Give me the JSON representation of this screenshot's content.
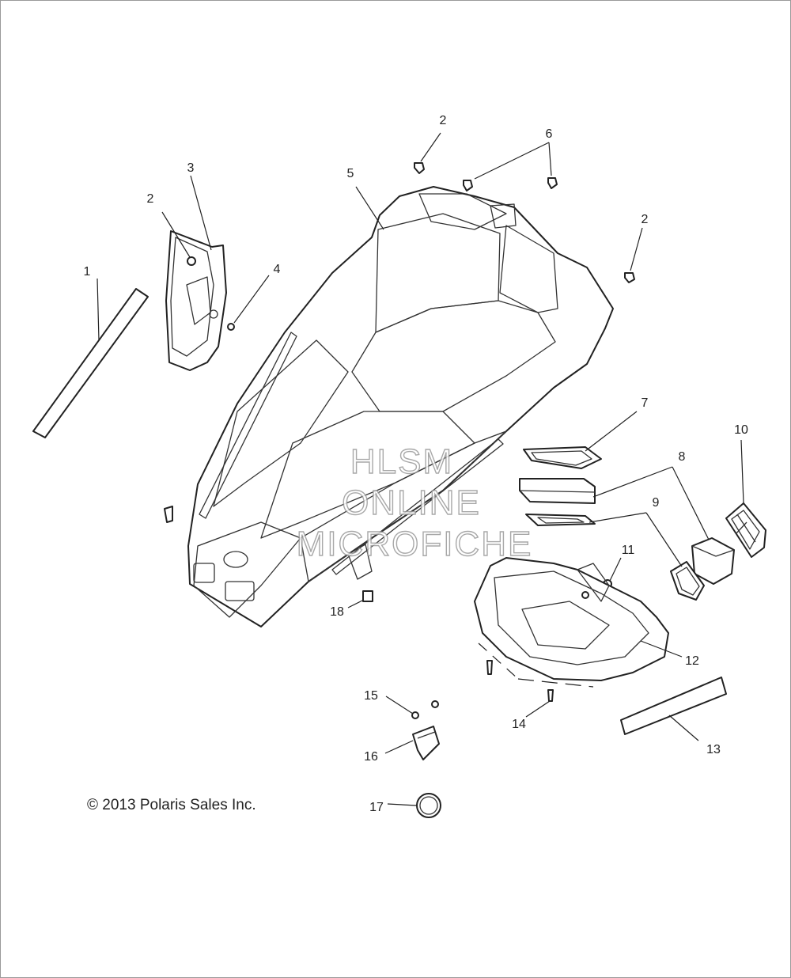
{
  "watermark": {
    "line1": "HLSM",
    "line2": "ONLINE",
    "line3": "MICROFICHE"
  },
  "copyright": "© 2013 Polaris Sales Inc.",
  "callouts": [
    {
      "id": "1",
      "label": "1"
    },
    {
      "id": "2a",
      "label": "2"
    },
    {
      "id": "2b",
      "label": "2"
    },
    {
      "id": "2c",
      "label": "2"
    },
    {
      "id": "3",
      "label": "3"
    },
    {
      "id": "4",
      "label": "4"
    },
    {
      "id": "5",
      "label": "5"
    },
    {
      "id": "6",
      "label": "6"
    },
    {
      "id": "7",
      "label": "7"
    },
    {
      "id": "8",
      "label": "8"
    },
    {
      "id": "9",
      "label": "9"
    },
    {
      "id": "10",
      "label": "10"
    },
    {
      "id": "11",
      "label": "11"
    },
    {
      "id": "12",
      "label": "12"
    },
    {
      "id": "13",
      "label": "13"
    },
    {
      "id": "14",
      "label": "14"
    },
    {
      "id": "15",
      "label": "15"
    },
    {
      "id": "16",
      "label": "16"
    },
    {
      "id": "17",
      "label": "17"
    },
    {
      "id": "18",
      "label": "18"
    }
  ]
}
